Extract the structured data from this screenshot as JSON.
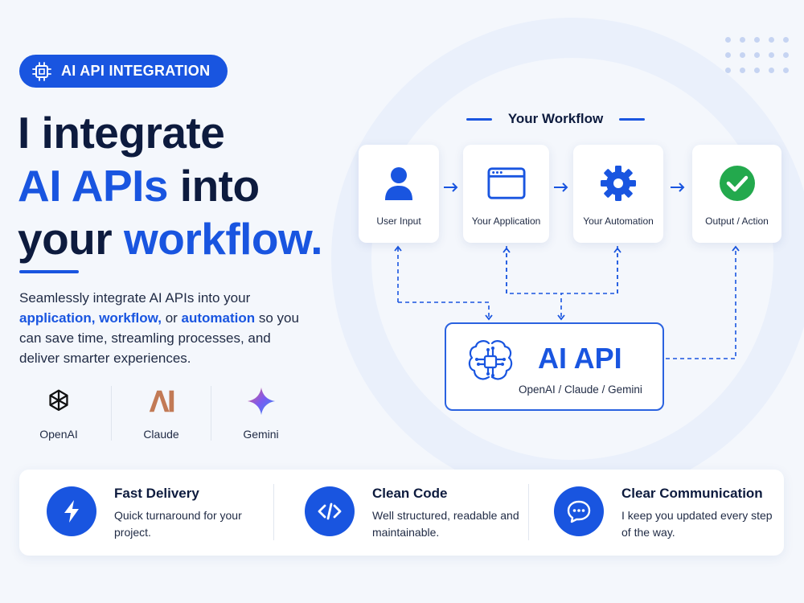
{
  "colors": {
    "accent": "#1955e0",
    "success": "#23a94d",
    "background": "#f4f7fc",
    "text": "#0d1b3e"
  },
  "badge": {
    "icon": "chip-icon",
    "label": "AI API INTEGRATION"
  },
  "headline": {
    "line1": "I integrate",
    "line2_blue": "AI APIs",
    "line2_rest": " into",
    "line3_pre": "your ",
    "line3_blue": "workflow."
  },
  "description": {
    "intro": "Seamlessly integrate AI APIs into your",
    "hl1": "application,",
    "hl2": "workflow,",
    "or": " or ",
    "hl3": "automation",
    "rest": " so you can save time, streamling processes, and deliver smarter experiences."
  },
  "providers": [
    {
      "name": "OpenAI",
      "icon": "openai-logo"
    },
    {
      "name": "Claude",
      "icon": "claude-logo"
    },
    {
      "name": "Gemini",
      "icon": "gemini-logo"
    }
  ],
  "workflow": {
    "title": "Your Workflow",
    "steps": [
      {
        "label": "User Input",
        "icon": "user-icon"
      },
      {
        "label": "Your Application",
        "icon": "browser-window-icon"
      },
      {
        "label": "Your Automation",
        "icon": "gear-icon"
      },
      {
        "label": "Output / Action",
        "icon": "check-circle-icon"
      }
    ]
  },
  "ai_api": {
    "title": "AI API",
    "subtitle": "OpenAI / Claude / Gemini",
    "icon": "brain-chip-icon"
  },
  "features": [
    {
      "title": "Fast Delivery",
      "desc": "Quick turnaround for your project.",
      "icon": "lightning-icon"
    },
    {
      "title": "Clean Code",
      "desc": "Well structured, readable and maintainable.",
      "icon": "code-icon"
    },
    {
      "title": "Clear Communication",
      "desc": "I keep you updated every step of the way.",
      "icon": "chat-icon"
    }
  ]
}
